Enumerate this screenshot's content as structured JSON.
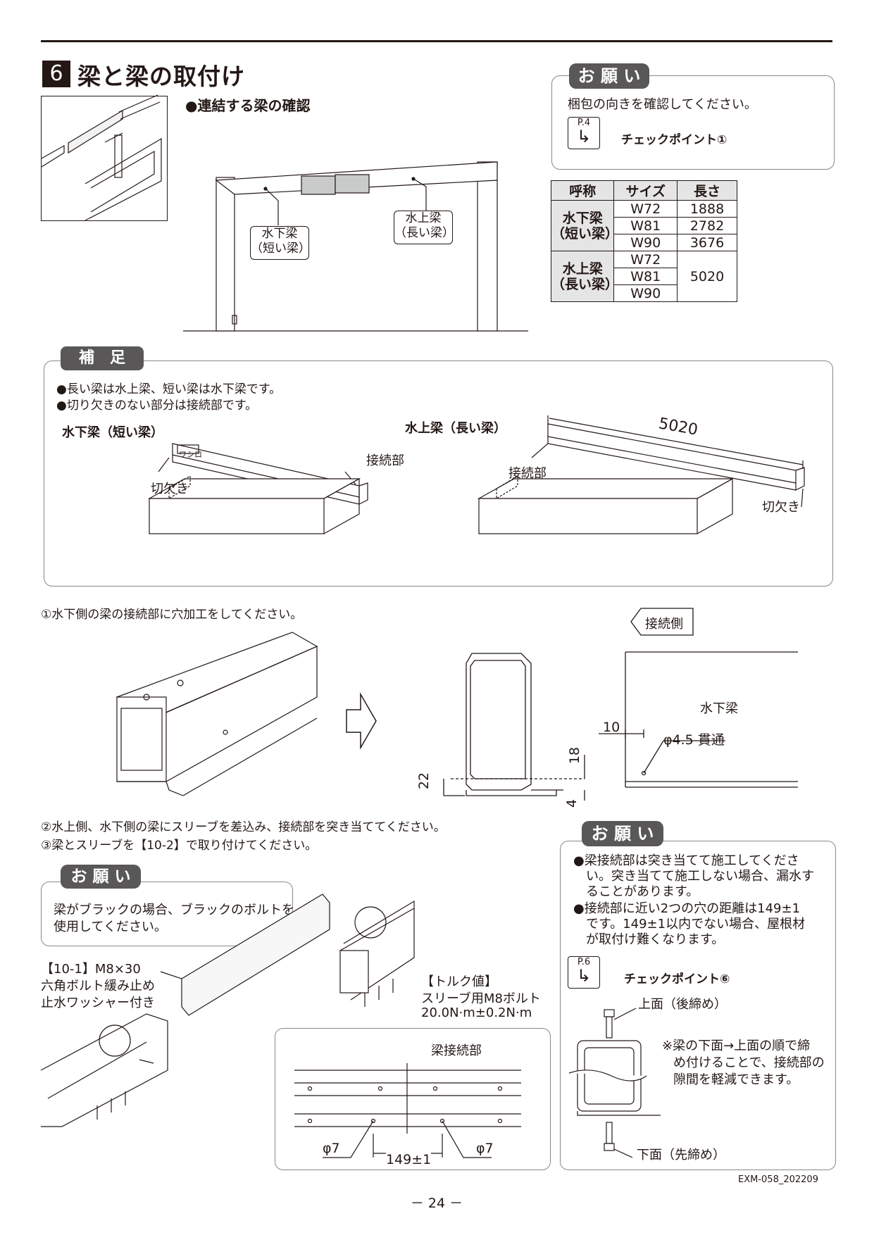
{
  "section": {
    "number": "6",
    "title": "梁と梁の取付け"
  },
  "check_heading": "●連結する梁の確認",
  "diagram_top": {
    "label_lower": [
      "水下梁",
      "（短い梁）"
    ],
    "label_upper": [
      "水上梁",
      "（長い梁）"
    ]
  },
  "request_top": {
    "pill": "お 願 い",
    "text": "梱包の向きを確認してください。",
    "ref_page": "P.4",
    "ref_label": "チェックポイント①"
  },
  "table": {
    "headers": [
      "呼称",
      "サイズ",
      "長さ"
    ],
    "groups": [
      {
        "name": [
          "水下梁",
          "（短い梁）"
        ],
        "rows": [
          [
            "W72",
            "1888"
          ],
          [
            "W81",
            "2782"
          ],
          [
            "W90",
            "3676"
          ]
        ]
      },
      {
        "name": [
          "水上梁",
          "（長い梁）"
        ],
        "sizes": [
          "W72",
          "W81",
          "W90"
        ],
        "length": "5020"
      }
    ]
  },
  "supplement": {
    "pill": "補　足",
    "lines": [
      "●長い梁は水上梁、短い梁は水下梁です。",
      "●切り欠きのない部分は接続部です。"
    ],
    "left_title": "水下梁（短い梁）",
    "right_title": "水上梁（長い梁）",
    "left_joint": "接続部",
    "left_notch": "切欠き",
    "right_joint": "接続部",
    "right_notch": "切欠き",
    "right_length": "5020",
    "beam_tag": "ワシロ"
  },
  "step1": {
    "text": "①水下側の梁の接続部に穴加工をしてください。",
    "side_label": "接続側",
    "beam_label": "水下梁",
    "dim_10": "10",
    "hole": "φ4.5 貫通",
    "dim_18": "18",
    "dim_22": "22",
    "dim_4": "4"
  },
  "steps23": [
    "②水上側、水下側の梁にスリーブを差込み、接続部を突き当ててください。",
    "③梁とスリーブを【10-2】で取り付けてください。"
  ],
  "request_black": {
    "pill": "お 願 い",
    "lines": [
      "梁がブラックの場合、ブラックのボルトを",
      "使用してください。"
    ]
  },
  "bolt_label": [
    "【10-1】M8×30",
    "六角ボルト緩み止め",
    "止水ワッシャー付き"
  ],
  "torque": [
    "【トルク値】",
    "スリーブ用M8ボルト",
    "20.0N·m±0.2N·m"
  ],
  "detail": {
    "joint": "梁接続部",
    "phi_left": "φ7",
    "phi_right": "φ7",
    "pitch": "149±1"
  },
  "request_right": {
    "pill": "お 願 い",
    "bullets": [
      [
        "●梁接続部は突き当てて施工してくださ",
        "い。突き当てて施工しない場合、漏水す",
        "ることがあります。"
      ],
      [
        "●接続部に近い2つの穴の距離は149±1",
        "です。149±1以内でない場合、屋根材",
        "が取付け難くなります。"
      ]
    ],
    "ref_page": "P.6",
    "ref_label": "チェックポイント⑥",
    "top_label": "上面（後締め）",
    "bottom_label": "下面（先締め）",
    "note": [
      "※梁の下面→上面の順で締",
      "め付けることで、接続部の",
      "隙間を軽減できます。"
    ]
  },
  "doc_code": "EXM-058_202209",
  "page_number": "－ 24 －"
}
